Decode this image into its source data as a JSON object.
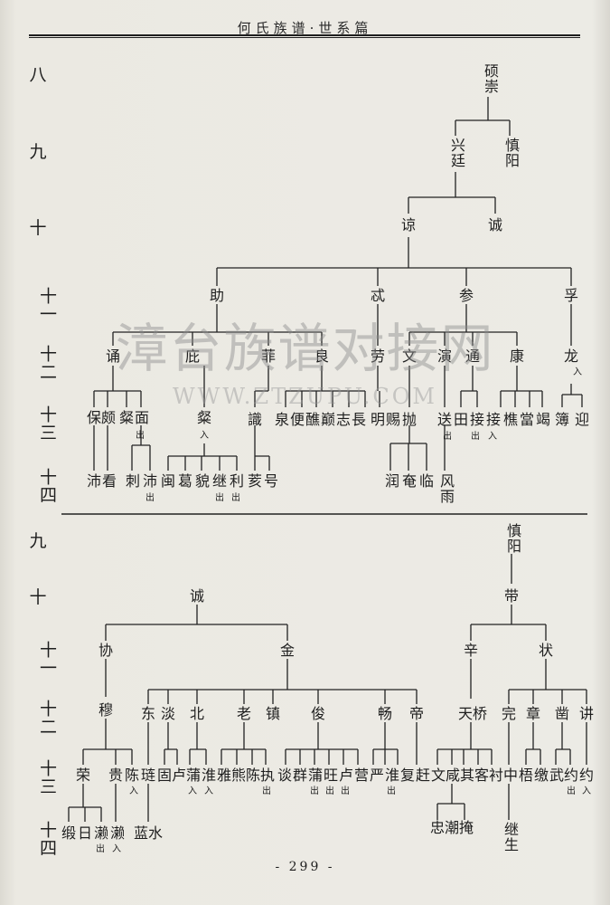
{
  "header": {
    "title": "何氏族谱·世系篇"
  },
  "page_number": "- 299 -",
  "watermark": {
    "main": "漳台族谱对接网",
    "url": "WWW.ZTZUPU.COM"
  },
  "generations_top": [
    "八",
    "九",
    "十",
    "十一",
    "十二",
    "十三",
    "十四"
  ],
  "generations_bottom": [
    "九",
    "十",
    "十一",
    "十二",
    "十三",
    "十四"
  ],
  "marks": {
    "out": "出",
    "in": "入"
  },
  "top_tree": {
    "gen8": "硕崇",
    "gen9": [
      "兴廷",
      "慎阳"
    ],
    "gen10": [
      "谅",
      "诚"
    ],
    "gen11": [
      "助",
      "忒",
      "参",
      "孚"
    ],
    "gen12": [
      "诵",
      "庇",
      "菲",
      "良",
      "劳",
      "文",
      "演",
      "通",
      "康",
      "龙"
    ],
    "gen13": [
      "保",
      "颇",
      "粲",
      "面",
      "粲",
      "識",
      "泉",
      "便",
      "醮",
      "巅",
      "志",
      "長",
      "明",
      "赐",
      "抛",
      "送",
      "田",
      "接",
      "接",
      "樵",
      "當",
      "竭",
      "簿",
      "迎"
    ],
    "gen14": [
      "沛",
      "看",
      "刺",
      "沛",
      "闽",
      "葛",
      "貌",
      "继",
      "利",
      "荄",
      "号",
      "润",
      "奄",
      "临",
      "风雨"
    ]
  },
  "bottom_tree": {
    "gen9": "慎阳",
    "gen10": [
      "诚",
      "带"
    ],
    "gen11": [
      "协",
      "金",
      "辛",
      "状"
    ],
    "gen12": [
      "穆",
      "东",
      "淡",
      "北",
      "老",
      "镇",
      "俊",
      "畅",
      "帝",
      "天桥",
      "完",
      "章",
      "凿",
      "讲"
    ],
    "gen13": [
      "荣",
      "贵",
      "陈",
      "琏",
      "固",
      "卢",
      "蒲",
      "淮",
      "雅",
      "熊",
      "陈",
      "执",
      "谈",
      "群",
      "蒲",
      "旺",
      "卢",
      "营",
      "严",
      "淮",
      "复",
      "赶",
      "文",
      "咸",
      "其",
      "客",
      "衬",
      "中",
      "梧",
      "缴",
      "武",
      "约",
      "约"
    ],
    "gen14": [
      "缎",
      "日",
      "濑",
      "濑",
      "蓝水",
      "忠潮掩",
      "继生"
    ]
  }
}
